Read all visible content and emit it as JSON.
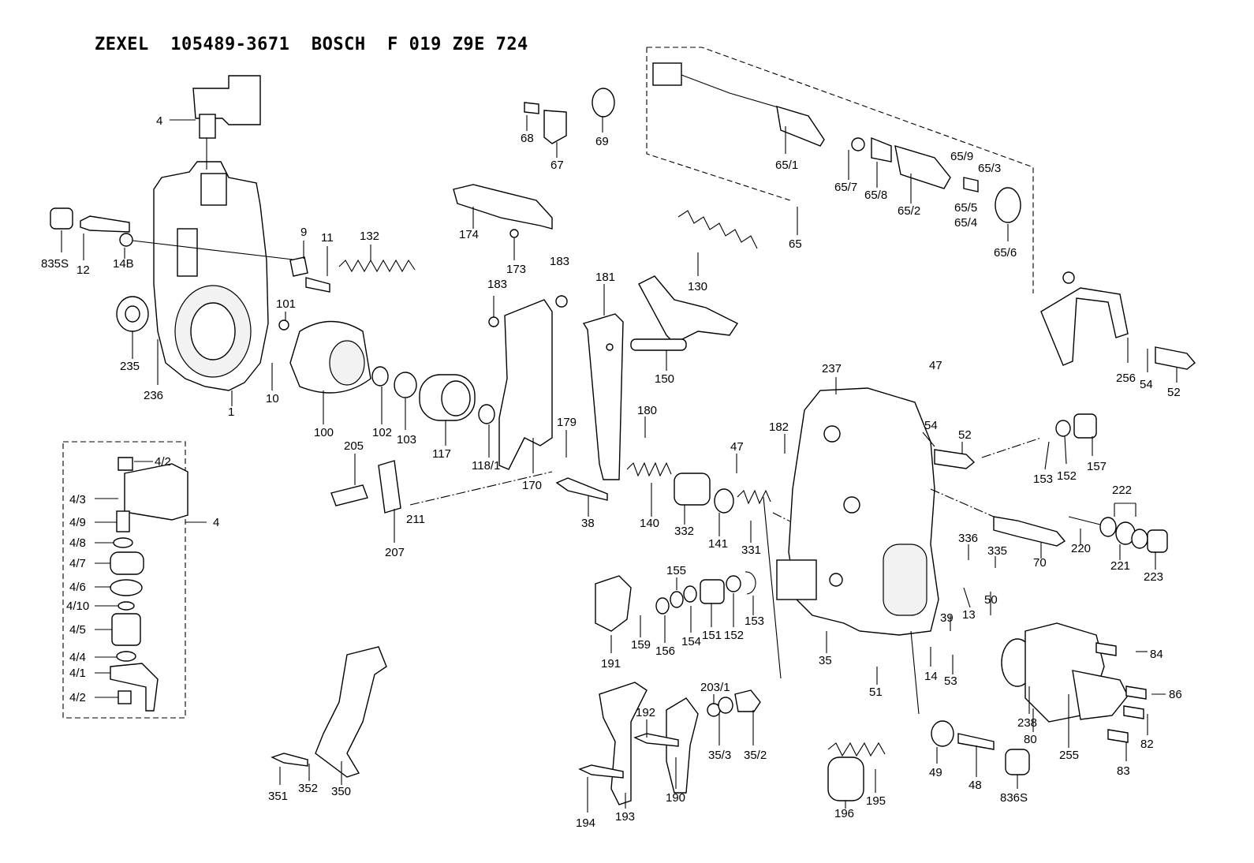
{
  "title": "ZEXEL  105489-3671  BOSCH  F 019 Z9E 724",
  "labels": [
    {
      "id": "4",
      "text": "4"
    },
    {
      "id": "835S",
      "text": "835S"
    },
    {
      "id": "12",
      "text": "12"
    },
    {
      "id": "14B",
      "text": "14B"
    },
    {
      "id": "235",
      "text": "235"
    },
    {
      "id": "236",
      "text": "236"
    },
    {
      "id": "1",
      "text": "1"
    },
    {
      "id": "10",
      "text": "10"
    },
    {
      "id": "9",
      "text": "9"
    },
    {
      "id": "11",
      "text": "11"
    },
    {
      "id": "132",
      "text": "132"
    },
    {
      "id": "101",
      "text": "101"
    },
    {
      "id": "100",
      "text": "100"
    },
    {
      "id": "102",
      "text": "102"
    },
    {
      "id": "103",
      "text": "103"
    },
    {
      "id": "117",
      "text": "117"
    },
    {
      "id": "118_1",
      "text": "118/1"
    },
    {
      "id": "68",
      "text": "68"
    },
    {
      "id": "67",
      "text": "67"
    },
    {
      "id": "69",
      "text": "69"
    },
    {
      "id": "174",
      "text": "174"
    },
    {
      "id": "173",
      "text": "173"
    },
    {
      "id": "183a",
      "text": "183"
    },
    {
      "id": "183b",
      "text": "183"
    },
    {
      "id": "181",
      "text": "181"
    },
    {
      "id": "130",
      "text": "130"
    },
    {
      "id": "150",
      "text": "150"
    },
    {
      "id": "170",
      "text": "170"
    },
    {
      "id": "179",
      "text": "179"
    },
    {
      "id": "180",
      "text": "180"
    },
    {
      "id": "205",
      "text": "205"
    },
    {
      "id": "211",
      "text": "211"
    },
    {
      "id": "207",
      "text": "207"
    },
    {
      "id": "38",
      "text": "38"
    },
    {
      "id": "140",
      "text": "140"
    },
    {
      "id": "332",
      "text": "332"
    },
    {
      "id": "141",
      "text": "141"
    },
    {
      "id": "331",
      "text": "331"
    },
    {
      "id": "65_1",
      "text": "65/1"
    },
    {
      "id": "65_7",
      "text": "65/7"
    },
    {
      "id": "65_8",
      "text": "65/8"
    },
    {
      "id": "65_2",
      "text": "65/2"
    },
    {
      "id": "65_9",
      "text": "65/9"
    },
    {
      "id": "65_3",
      "text": "65/3"
    },
    {
      "id": "65_5",
      "text": "65/5"
    },
    {
      "id": "65_4",
      "text": "65/4"
    },
    {
      "id": "65_6",
      "text": "65/6"
    },
    {
      "id": "65",
      "text": "65"
    },
    {
      "id": "237",
      "text": "237"
    },
    {
      "id": "47a",
      "text": "47"
    },
    {
      "id": "47b",
      "text": "47"
    },
    {
      "id": "182",
      "text": "182"
    },
    {
      "id": "54a",
      "text": "54"
    },
    {
      "id": "52a",
      "text": "52"
    },
    {
      "id": "256",
      "text": "256"
    },
    {
      "id": "54b",
      "text": "54"
    },
    {
      "id": "52b",
      "text": "52"
    },
    {
      "id": "153a",
      "text": "153"
    },
    {
      "id": "152a",
      "text": "152"
    },
    {
      "id": "157",
      "text": "157"
    },
    {
      "id": "222",
      "text": "222"
    },
    {
      "id": "220",
      "text": "220"
    },
    {
      "id": "221",
      "text": "221"
    },
    {
      "id": "223",
      "text": "223"
    },
    {
      "id": "70",
      "text": "70"
    },
    {
      "id": "336",
      "text": "336"
    },
    {
      "id": "335",
      "text": "335"
    },
    {
      "id": "13",
      "text": "13"
    },
    {
      "id": "50",
      "text": "50"
    },
    {
      "id": "39",
      "text": "39"
    },
    {
      "id": "14",
      "text": "14"
    },
    {
      "id": "53",
      "text": "53"
    },
    {
      "id": "35",
      "text": "35"
    },
    {
      "id": "51",
      "text": "51"
    },
    {
      "id": "155",
      "text": "155"
    },
    {
      "id": "156",
      "text": "156"
    },
    {
      "id": "154",
      "text": "154"
    },
    {
      "id": "151",
      "text": "151"
    },
    {
      "id": "152b",
      "text": "152"
    },
    {
      "id": "153b",
      "text": "153"
    },
    {
      "id": "159",
      "text": "159"
    },
    {
      "id": "191",
      "text": "191"
    },
    {
      "id": "84",
      "text": "84"
    },
    {
      "id": "86",
      "text": "86"
    },
    {
      "id": "82",
      "text": "82"
    },
    {
      "id": "83",
      "text": "83"
    },
    {
      "id": "238",
      "text": "238"
    },
    {
      "id": "80",
      "text": "80"
    },
    {
      "id": "255",
      "text": "255"
    },
    {
      "id": "49",
      "text": "49"
    },
    {
      "id": "48",
      "text": "48"
    },
    {
      "id": "836S",
      "text": "836S"
    },
    {
      "id": "203_1",
      "text": "203/1"
    },
    {
      "id": "35_3",
      "text": "35/3"
    },
    {
      "id": "35_2",
      "text": "35/2"
    },
    {
      "id": "192",
      "text": "192"
    },
    {
      "id": "190",
      "text": "190"
    },
    {
      "id": "194",
      "text": "194"
    },
    {
      "id": "193",
      "text": "193"
    },
    {
      "id": "196",
      "text": "196"
    },
    {
      "id": "195",
      "text": "195"
    },
    {
      "id": "351",
      "text": "351"
    },
    {
      "id": "352",
      "text": "352"
    },
    {
      "id": "350",
      "text": "350"
    },
    {
      "id": "4_2a",
      "text": "4/2"
    },
    {
      "id": "4_3",
      "text": "4/3"
    },
    {
      "id": "4_9",
      "text": "4/9"
    },
    {
      "id": "4_8",
      "text": "4/8"
    },
    {
      "id": "4_7",
      "text": "4/7"
    },
    {
      "id": "4_6",
      "text": "4/6"
    },
    {
      "id": "4_10",
      "text": "4/10"
    },
    {
      "id": "4_5",
      "text": "4/5"
    },
    {
      "id": "4_4",
      "text": "4/4"
    },
    {
      "id": "4_1",
      "text": "4/1"
    },
    {
      "id": "4_2b",
      "text": "4/2"
    },
    {
      "id": "4_box",
      "text": "4"
    }
  ]
}
